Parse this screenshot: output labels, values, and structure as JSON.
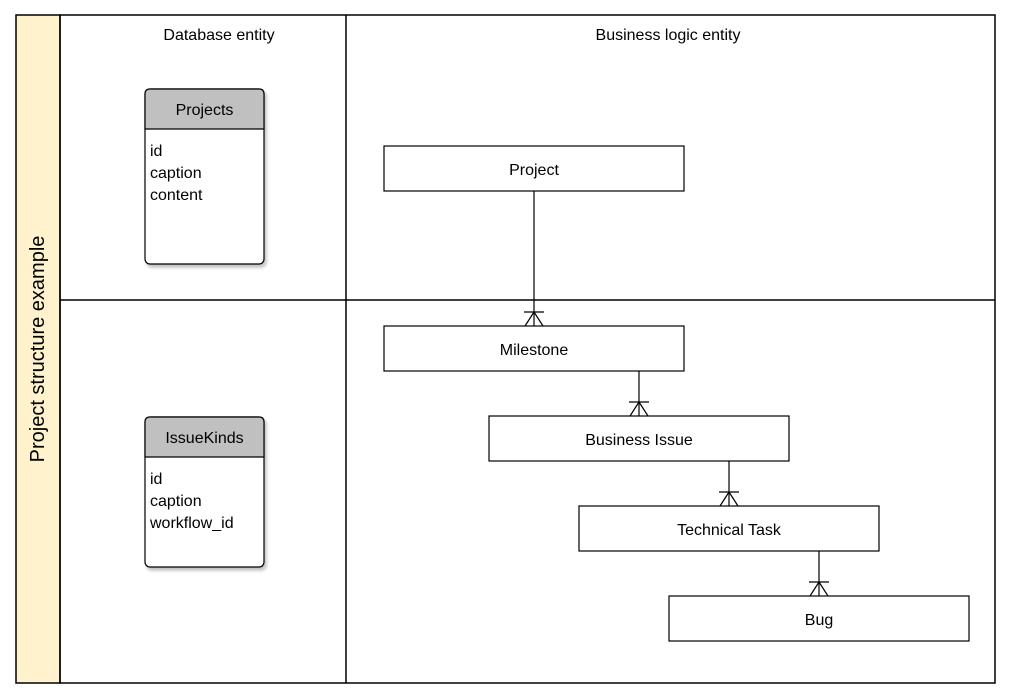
{
  "pool": {
    "label": "Project structure example",
    "label_fill": "#fff2cc"
  },
  "columns": {
    "database": "Database entity",
    "business": "Business logic entity"
  },
  "database_entities": [
    {
      "title": "Projects",
      "fields": [
        "id",
        "caption",
        "content"
      ]
    },
    {
      "title": "IssueKinds",
      "fields": [
        "id",
        "caption",
        "workflow_id"
      ]
    }
  ],
  "business_entities": [
    {
      "label": "Project"
    },
    {
      "label": "Milestone"
    },
    {
      "label": "Business Issue"
    },
    {
      "label": "Technical Task"
    },
    {
      "label": "Bug"
    }
  ],
  "relations": [
    {
      "from": "Project",
      "to": "Milestone",
      "cardinality": "one-to-many"
    },
    {
      "from": "Milestone",
      "to": "Business Issue",
      "cardinality": "one-to-many"
    },
    {
      "from": "Business Issue",
      "to": "Technical Task",
      "cardinality": "one-to-many"
    },
    {
      "from": "Technical Task",
      "to": "Bug",
      "cardinality": "one-to-many"
    }
  ],
  "colors": {
    "entity_header": "#c0c0c0",
    "stroke": "#000000",
    "background": "#ffffff"
  }
}
